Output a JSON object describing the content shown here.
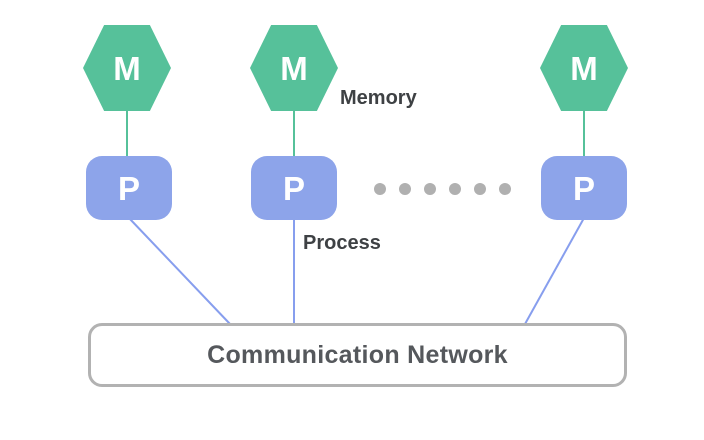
{
  "diagram": {
    "colors": {
      "memory_fill": "#56c19a",
      "process_fill": "#8da4ea",
      "connector_green": "#56c19a",
      "connector_blue": "#879eee",
      "dots": "#b0b0b0",
      "network_border": "#b2b2b2",
      "label_text": "#3e4144",
      "network_text": "#55585c",
      "node_text": "#ffffff"
    },
    "memory_nodes": [
      {
        "label": "M"
      },
      {
        "label": "M"
      },
      {
        "label": "M"
      }
    ],
    "process_nodes": [
      {
        "label": "P"
      },
      {
        "label": "P"
      },
      {
        "label": "P"
      }
    ],
    "annotations": {
      "memory": "Memory",
      "process": "Process"
    },
    "network": {
      "label": "Communication Network"
    },
    "ellipsis": {
      "dot_count": 6
    }
  }
}
